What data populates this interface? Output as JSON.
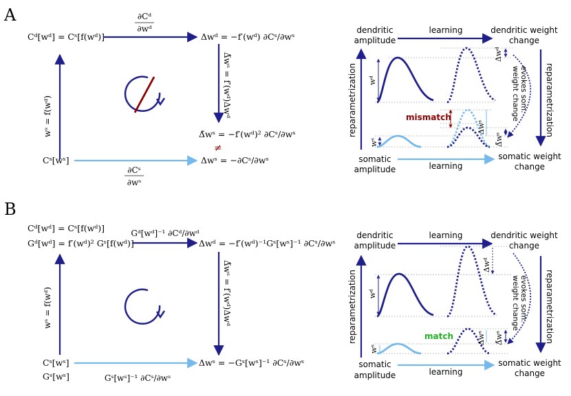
{
  "colors": {
    "dark_blue": "#1f1f8c",
    "light_blue": "#74b8ec",
    "dark_red": "#8b0000",
    "green": "#22b022",
    "dotted_line": "#9a9a9a"
  },
  "panelA": {
    "letter": "A",
    "eq_top_left": "Cᵈ[wᵈ] = Cˢ[f(wᵈ)]",
    "eq_top_arrow_num": "∂Cᵈ",
    "eq_top_arrow_den": "∂wᵈ",
    "eq_top_right": "Δwᵈ = −f′(wᵈ) ∂Cˢ/∂wˢ",
    "eq_left_vertical": "wˢ = f(wᵈ)",
    "eq_right_vertical": "Δ̃wˢ = f′(wᵈ)Δwᵈ",
    "eq_mid_right": "Δ̃wˢ = −f′(wᵈ)² ∂Cˢ/∂wˢ",
    "neq_symbol": "≠",
    "eq_bottom_left": "Cˢ[wˢ]",
    "eq_bottom_right": "Δwˢ = −∂Cˢ/∂wˢ",
    "eq_bottom_arrow_num": "∂Cˢ",
    "eq_bottom_arrow_den": "∂wˢ",
    "diagram": {
      "dendritic_amplitude": [
        "dendritic",
        "amplitude"
      ],
      "somatic_amplitude": [
        "somatic",
        "amplitude"
      ],
      "learning_top": "learning",
      "learning_bottom": "learning",
      "dendritic_weight_change": [
        "dendritic weight",
        "change"
      ],
      "somatic_weight_change": [
        "somatic weight",
        "change"
      ],
      "reparametrization_left": "reparametrization",
      "reparametrization_right": "reparametrization",
      "evokes": [
        "evokes som.",
        "weight change"
      ],
      "label_wd": "wᵈ",
      "label_ws": "wˢ",
      "label_dwd": "Δwᵈ",
      "label_dws": "Δwˢ",
      "label_dtws": "Δ̃wˢ",
      "status": "mismatch"
    }
  },
  "panelB": {
    "letter": "B",
    "eq_top_left_1": "Cᵈ[wᵈ] = Cˢ[f(wᵈ)]",
    "eq_top_left_2": "Gᵈ[wᵈ] = f′(wᵈ)² Gˢ[f(wᵈ)]",
    "eq_top_arrow": "Gᵈ[wᵈ]⁻¹ ∂Cᵈ/∂wᵈ",
    "eq_top_right": "Δwᵈ = −f′(wᵈ)⁻¹Gˢ[wˢ]⁻¹ ∂Cˢ/∂wˢ",
    "eq_left_vertical": "wˢ = f(wᵈ)",
    "eq_right_vertical": "Δ̃wˢ = f′(wᵈ)Δwᵈ",
    "eq_bottom_left_1": "Cˢ[wˢ]",
    "eq_bottom_left_2": "Gˢ[wˢ]",
    "eq_bottom_arrow": "Gˢ[wˢ]⁻¹ ∂Cˢ/∂wˢ",
    "eq_bottom_right": "Δwˢ = −Gˢ[wˢ]⁻¹ ∂Cˢ/∂wˢ",
    "diagram": {
      "dendritic_amplitude": [
        "dendritic",
        "amplitude"
      ],
      "somatic_amplitude": [
        "somatic",
        "amplitude"
      ],
      "learning_top": "learning",
      "learning_bottom": "learning",
      "dendritic_weight_change": [
        "dendritic weight",
        "change"
      ],
      "somatic_weight_change": [
        "somatic weight",
        "change"
      ],
      "reparametrization_left": "reparametrization",
      "reparametrization_right": "reparametrization",
      "evokes": [
        "evokes som.",
        "weight change"
      ],
      "label_wd": "wᵈ",
      "label_ws": "wˢ",
      "label_dwd": "Δwᵈ",
      "label_dws": "Δwˢ",
      "label_dtws": "Δ̃wˢ",
      "status": "match"
    }
  }
}
